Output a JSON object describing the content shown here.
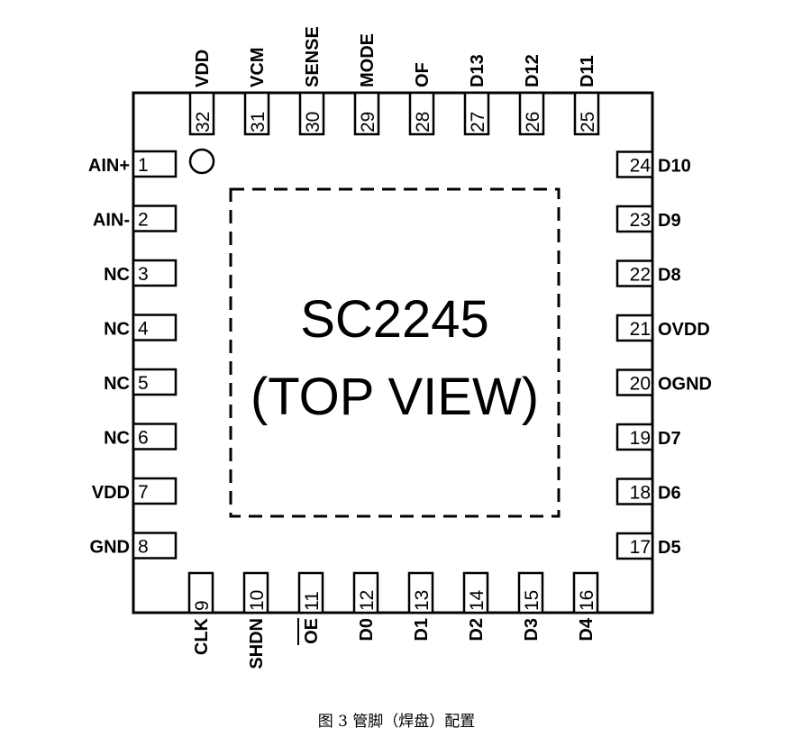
{
  "chip": {
    "name": "SC2245",
    "view": "(TOP VIEW)"
  },
  "pins": {
    "left": [
      {
        "num": "1",
        "label": "AIN+"
      },
      {
        "num": "2",
        "label": "AIN-"
      },
      {
        "num": "3",
        "label": "NC"
      },
      {
        "num": "4",
        "label": "NC"
      },
      {
        "num": "5",
        "label": "NC"
      },
      {
        "num": "6",
        "label": "NC"
      },
      {
        "num": "7",
        "label": "VDD"
      },
      {
        "num": "8",
        "label": "GND"
      }
    ],
    "bottom": [
      {
        "num": "9",
        "label": "CLK"
      },
      {
        "num": "10",
        "label": "SHDN"
      },
      {
        "num": "11",
        "label": "OE",
        "overline": true
      },
      {
        "num": "12",
        "label": "D0"
      },
      {
        "num": "13",
        "label": "D1"
      },
      {
        "num": "14",
        "label": "D2"
      },
      {
        "num": "15",
        "label": "D3"
      },
      {
        "num": "16",
        "label": "D4"
      }
    ],
    "right": [
      {
        "num": "17",
        "label": "D5"
      },
      {
        "num": "18",
        "label": "D6"
      },
      {
        "num": "19",
        "label": "D7"
      },
      {
        "num": "20",
        "label": "OGND"
      },
      {
        "num": "21",
        "label": "OVDD"
      },
      {
        "num": "22",
        "label": "D8"
      },
      {
        "num": "23",
        "label": "D9"
      },
      {
        "num": "24",
        "label": "D10"
      }
    ],
    "top": [
      {
        "num": "25",
        "label": "D11"
      },
      {
        "num": "26",
        "label": "D12"
      },
      {
        "num": "27",
        "label": "D13"
      },
      {
        "num": "28",
        "label": "OF"
      },
      {
        "num": "29",
        "label": "MODE"
      },
      {
        "num": "30",
        "label": "SENSE"
      },
      {
        "num": "31",
        "label": "VCM"
      },
      {
        "num": "32",
        "label": "VDD"
      }
    ]
  },
  "caption": "图 3 管脚（焊盘）配置"
}
